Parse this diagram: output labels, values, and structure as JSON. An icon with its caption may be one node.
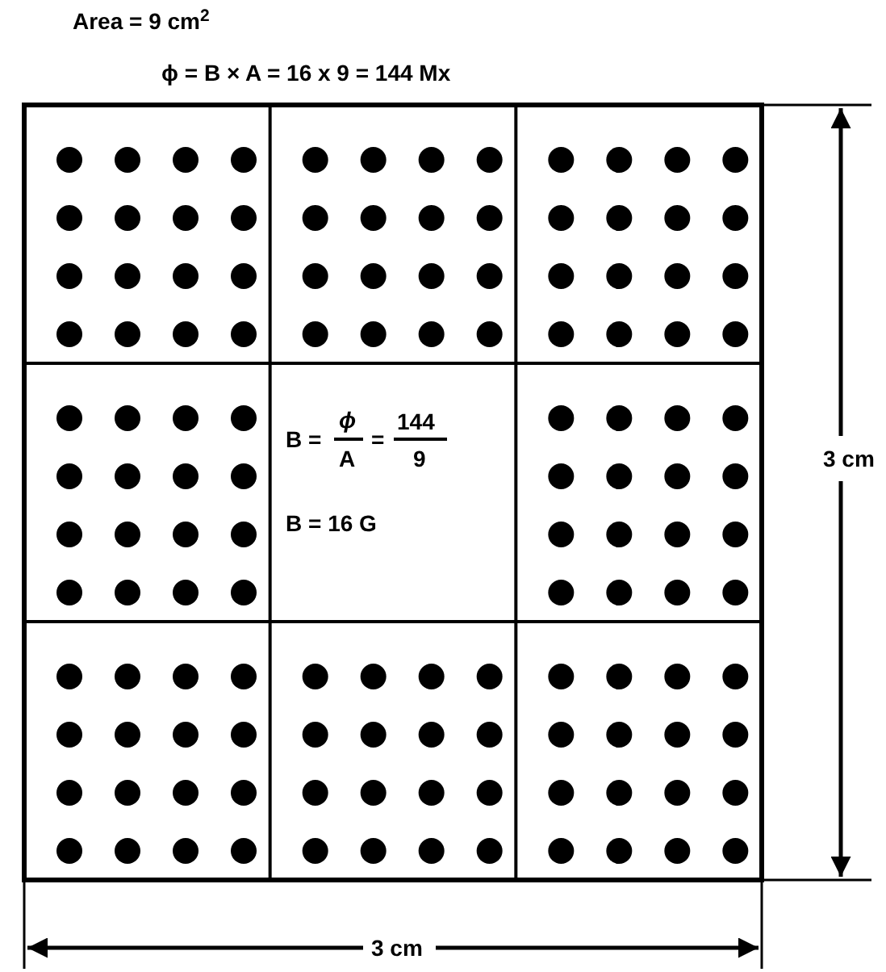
{
  "diagram": {
    "labels": [
      "Area = 9 cm$^{2}$",
      "ϕ = B × A = 16 x 9 = 144 Mx",
      "B =",
      "ϕ",
      "A",
      "=",
      "144",
      "9",
      "B = 16 G",
      "3 cm",
      "3 cm"
    ]
  }
}
